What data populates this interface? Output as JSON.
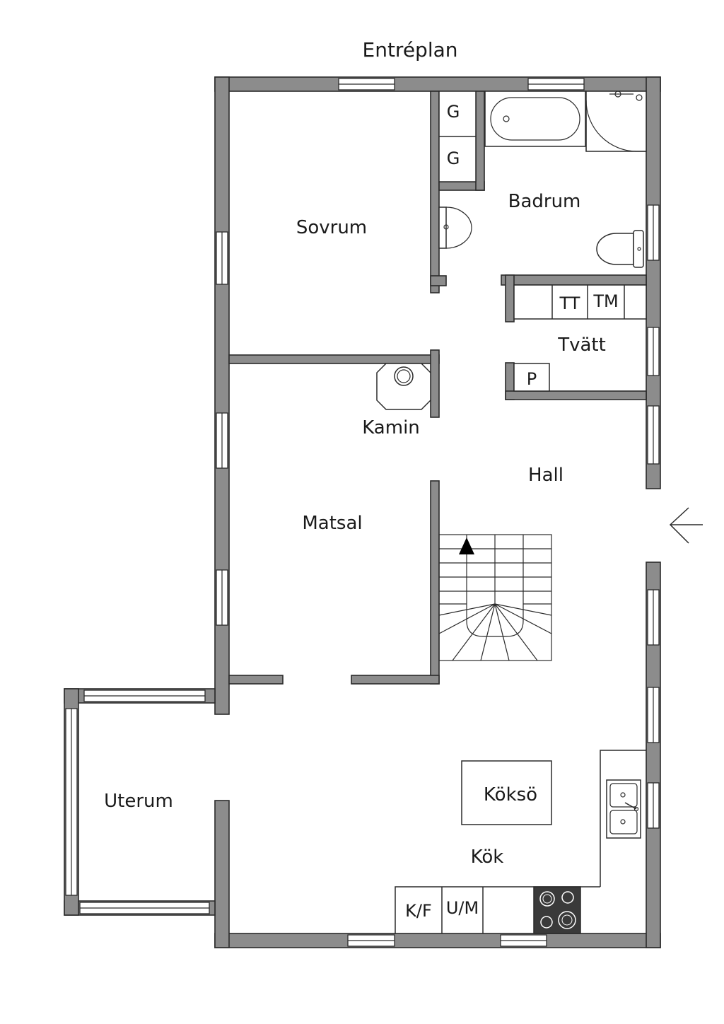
{
  "plan": {
    "title": "Entréplan",
    "rooms": {
      "sovrum": "Sovrum",
      "badrum": "Badrum",
      "tvatt": "Tvätt",
      "kamin": "Kamin",
      "hall": "Hall",
      "matsal": "Matsal",
      "uterum": "Uterum",
      "kok": "Kök",
      "kokso": "Köksö"
    },
    "fixtures": {
      "g1": "G",
      "g2": "G",
      "tt": "TT",
      "tm": "TM",
      "p": "P",
      "kf": "K/F",
      "um": "U/M"
    },
    "colors": {
      "wall": "#8c8c8c",
      "outline": "#2b2b2b",
      "background": "#ffffff"
    }
  }
}
